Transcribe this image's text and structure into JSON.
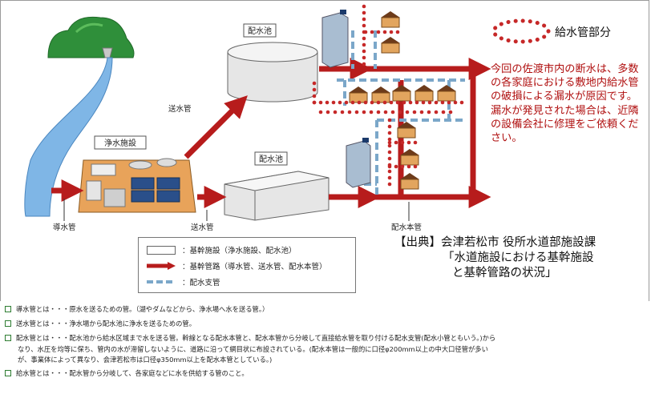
{
  "diagram": {
    "labels": {
      "distribution_reservoir_top": "配水池",
      "distribution_reservoir_bottom": "配水池",
      "purification_plant": "浄水施設",
      "transmission_pipe": "送水管",
      "intake_pipe": "導水管",
      "transmission_pipe_bottom": "送水管",
      "main_distribution_pipe": "配水本管"
    },
    "red_dots_legend": "給水管部分",
    "note": "今回の佐渡市内の断水は、多数の各家庭における敷地内給水管の破損による漏水が原因です。漏水が発見された場合は、近隣の設備会社に修理をご依頼ください。",
    "colors": {
      "trunk_pipe": "#b71c1c",
      "branch_pipe": "#7ba7c9",
      "service_dots": "#c62828",
      "note_text": "#b01010"
    }
  },
  "legend": {
    "items": [
      {
        "label": "：基幹施設（浄水施設、配水池）",
        "symbol": "white-box"
      },
      {
        "label": "：基幹管路（導水管、送水管、配水本管）",
        "symbol": "red-arrow"
      },
      {
        "label": "：配水支管",
        "symbol": "blue-dashed"
      }
    ]
  },
  "source": {
    "line1": "【出典】会津若松市 役所水道部施設課",
    "line2": "「水道施設における基幹施設",
    "line3": "と基幹管路の状況」"
  },
  "definitions": [
    {
      "lines": [
        "導水管とは・・・原水を送るための管。（湖やダムなどから、浄水場へ水を送る管。）"
      ]
    },
    {
      "lines": [
        "送水管とは・・・浄水場から配水池に浄水を送るための管。"
      ]
    },
    {
      "lines": [
        "配水管とは・・・配水池から給水区域まで水を送る管。幹線となる配水本管と、配水本管から分岐して直接給水管を取り付ける配水支管(配水小管ともいう。)から",
        "なり、水圧を均等に保ち、管内の水が滞留しないように、道路に沿って網目状に布設されている。(配水本管は一般的に口径φ200mm以上の中大口径管が多い",
        "が、事業体によって異なり、会津若松市は口径φ350mm以上を配水本管としている。)"
      ]
    },
    {
      "lines": [
        "給水管とは・・・配水管から分岐して、各家庭などに水を供給する管のこと。"
      ]
    }
  ]
}
